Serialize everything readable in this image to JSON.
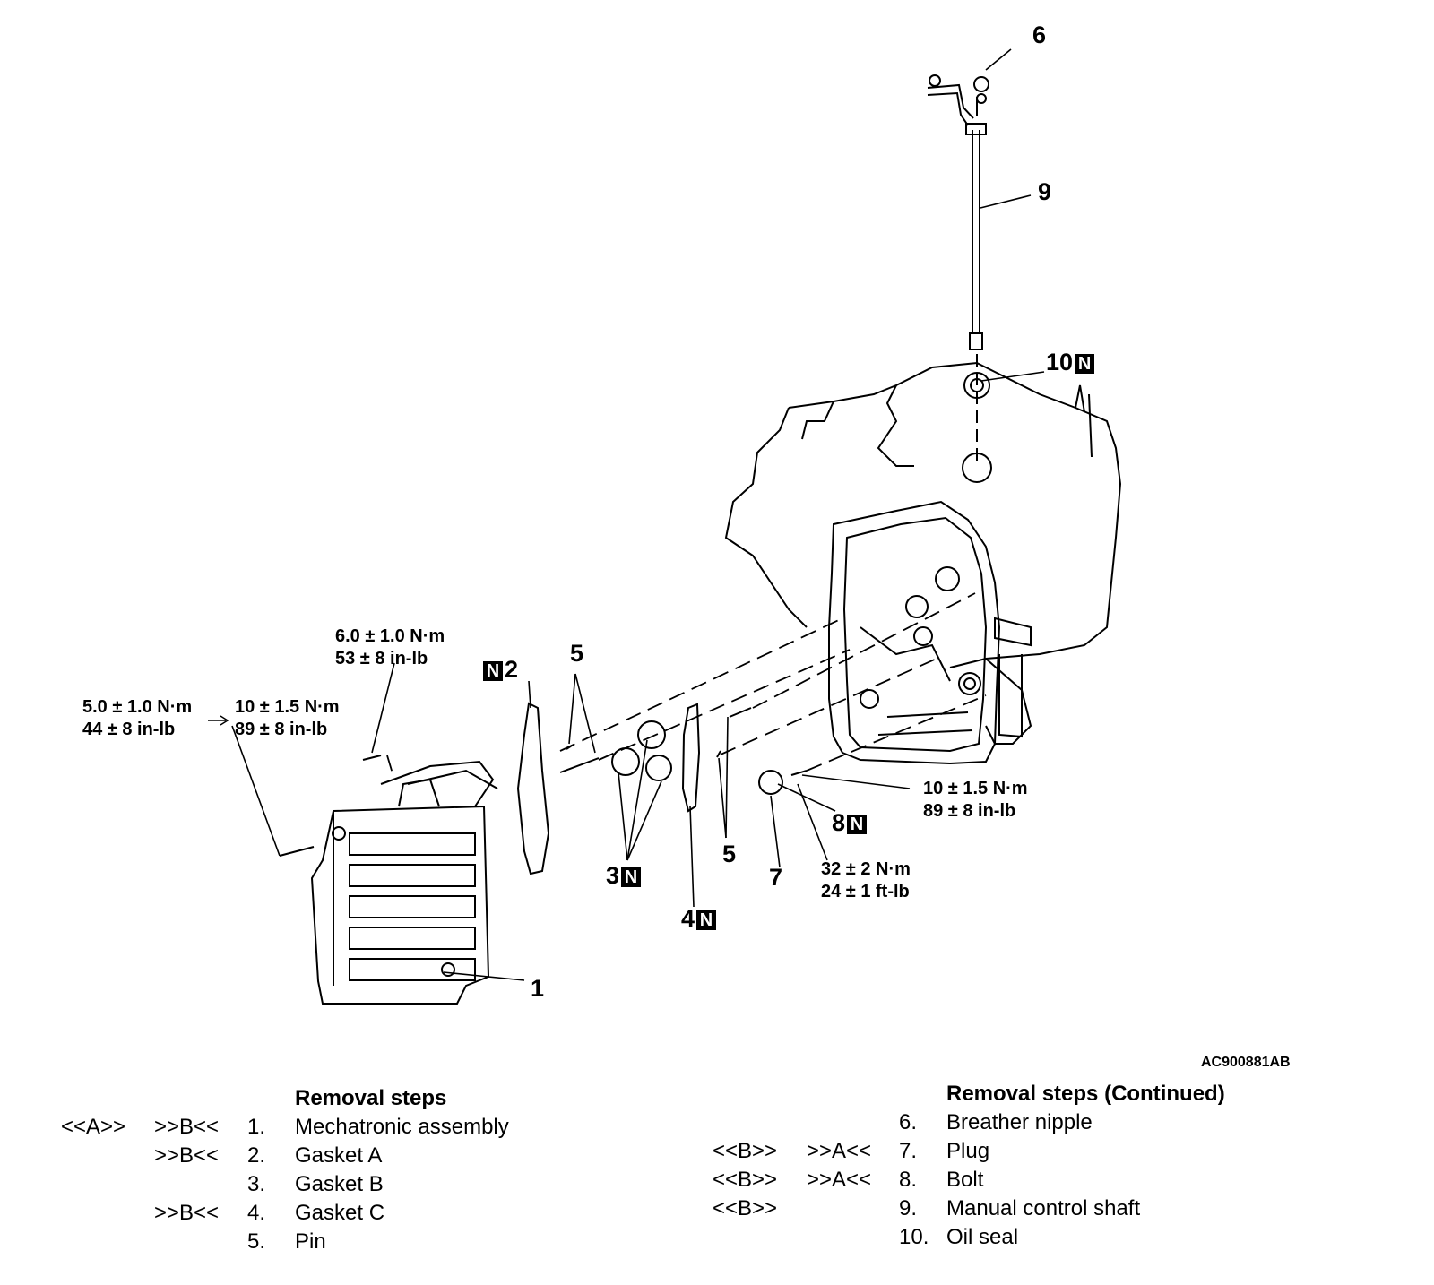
{
  "diagram": {
    "callouts": {
      "n1": "1",
      "n2": "2",
      "n3": "3",
      "n4": "4",
      "n5a": "5",
      "n5b": "5",
      "n6": "6",
      "n7": "7",
      "n8": "8",
      "n9": "9",
      "n10": "10",
      "badge": "N"
    },
    "torques": {
      "t_top_nm": "6.0 ± 1.0 N·m",
      "t_top_in": "53 ± 8 in-lb",
      "t_left1_nm": "5.0 ± 1.0 N·m",
      "t_left1_in": "44 ± 8 in-lb",
      "t_left2_nm": "10 ± 1.5 N·m",
      "t_left2_in": "89 ± 8 in-lb",
      "t_bolt_nm": "10 ± 1.5 N·m",
      "t_bolt_in": "89 ± 8 in-lb",
      "t_plug_nm": "32 ± 2 N·m",
      "t_plug_ft": "24 ± 1 ft-lb"
    },
    "reference_code": "AC900881AB"
  },
  "removal_steps": {
    "heading": "Removal steps",
    "items": [
      {
        "rem": "<<A>>",
        "inst": ">>B<<",
        "num": "1.",
        "name": "Mechatronic assembly"
      },
      {
        "rem": "",
        "inst": ">>B<<",
        "num": "2.",
        "name": "Gasket A"
      },
      {
        "rem": "",
        "inst": "",
        "num": "3.",
        "name": "Gasket B"
      },
      {
        "rem": "",
        "inst": ">>B<<",
        "num": "4.",
        "name": "Gasket C"
      },
      {
        "rem": "",
        "inst": "",
        "num": "5.",
        "name": "Pin"
      }
    ]
  },
  "removal_steps_continued": {
    "heading": "Removal steps (Continued)",
    "items": [
      {
        "rem": "",
        "inst": "",
        "num": "6.",
        "name": "Breather nipple"
      },
      {
        "rem": "<<B>>",
        "inst": ">>A<<",
        "num": "7.",
        "name": "Plug"
      },
      {
        "rem": "<<B>>",
        "inst": ">>A<<",
        "num": "8.",
        "name": "Bolt"
      },
      {
        "rem": "<<B>>",
        "inst": "",
        "num": "9.",
        "name": "Manual control shaft"
      },
      {
        "rem": "",
        "inst": "",
        "num": "10.",
        "name": "Oil seal"
      }
    ]
  }
}
